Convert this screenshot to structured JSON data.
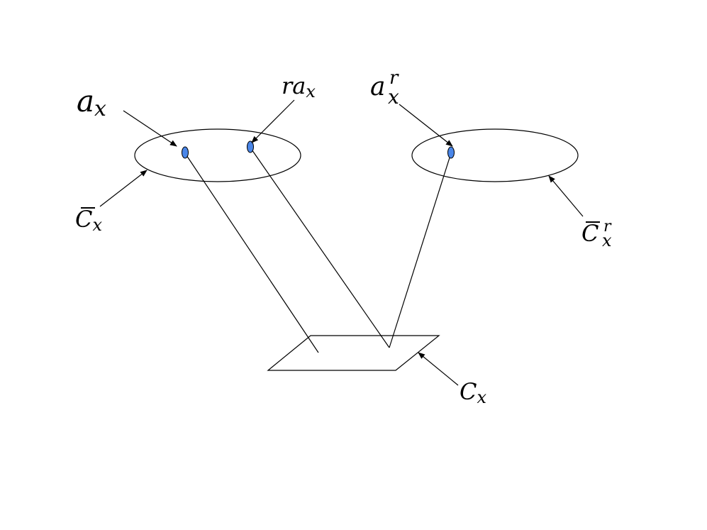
{
  "labels": {
    "a_x": {
      "base": "a",
      "sub": "x"
    },
    "ra_x": {
      "base": "ra",
      "sub": "x"
    },
    "a_x_r": {
      "base": "a",
      "sup": "r",
      "sub": "x"
    },
    "c_bar_x": {
      "base": "C",
      "sub": "x"
    },
    "c_bar_x_r": {
      "base": "C",
      "sup": "r",
      "sub": "x"
    },
    "c_x": {
      "base": "C",
      "sub": "x"
    }
  },
  "colors": {
    "point_fill": "#4a86e8",
    "line": "#000000",
    "background": "#ffffff"
  }
}
